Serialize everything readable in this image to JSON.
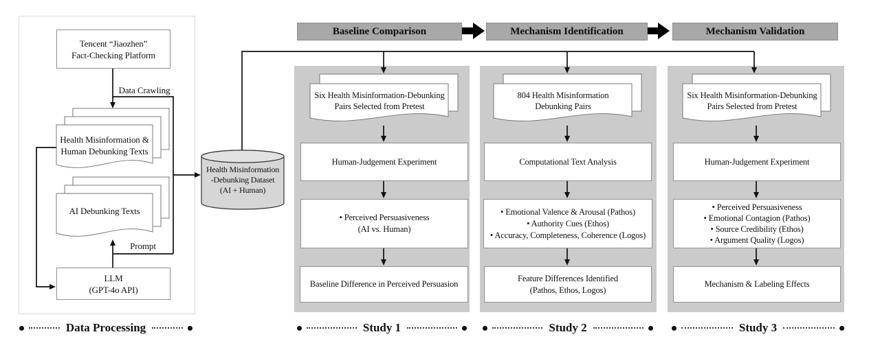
{
  "figure": {
    "data_processing": {
      "section_label": "Data Processing",
      "platform_box": [
        "Tencent “Jiaozhen”",
        "Fact-Checking Platform"
      ],
      "data_crawling_label": "Data Crawling",
      "human_texts_doc": [
        "Health Misinformation &",
        "Human Debunking Texts"
      ],
      "ai_texts_doc": [
        "AI Debunking Texts"
      ],
      "prompt_label": "Prompt",
      "llm_box": [
        "LLM",
        "(GPT-4o API)"
      ]
    },
    "dataset_cylinder": [
      "Health Misinformation",
      "-Debunking Dataset",
      "(AI + Human)"
    ],
    "phase_headers": [
      "Baseline Comparison",
      "Mechanism Identification",
      "Mechanism Validation"
    ],
    "studies": [
      {
        "section_label": "Study 1",
        "input_doc": [
          "Six Health Misinformation-Debunking",
          "Pairs Selected from Pretest"
        ],
        "method_box": [
          "Human-Judgement Experiment"
        ],
        "measures_box": [
          "• Perceived Persuasiveness",
          "(AI vs. Human)"
        ],
        "outcome_box": [
          "Baseline Difference in Perceived Persuasion"
        ]
      },
      {
        "section_label": "Study 2",
        "input_doc": [
          "804 Health Misinformation",
          "Debunking Pairs"
        ],
        "method_box": [
          "Computational Text Analysis"
        ],
        "measures_box": [
          "• Emotional Valence & Arousal (Pathos)",
          "• Authority Cues (Ethos)",
          "• Accuracy, Completeness, Coherence (Logos)"
        ],
        "outcome_box": [
          "Feature Differences Identified",
          "(Pathos, Ethos, Logos)"
        ]
      },
      {
        "section_label": "Study 3",
        "input_doc": [
          "Six Health Misinformation-Debunking",
          "Pairs Selected from Pretest"
        ],
        "method_box": [
          "Human-Judgement Experiment"
        ],
        "measures_box": [
          "• Perceived Persuasiveness",
          "• Emotional Contagion (Pathos)",
          "• Source Credibility (Ethos)",
          "• Argument Quality (Logos)"
        ],
        "outcome_box": [
          "Mechanism & Labeling Effects"
        ]
      }
    ],
    "colors": {
      "panel_bg": "#cbcbcb",
      "header_bar_bg": "#a8a8a8",
      "cylinder_fill": "#d6d6d6",
      "line": "#111111"
    }
  }
}
